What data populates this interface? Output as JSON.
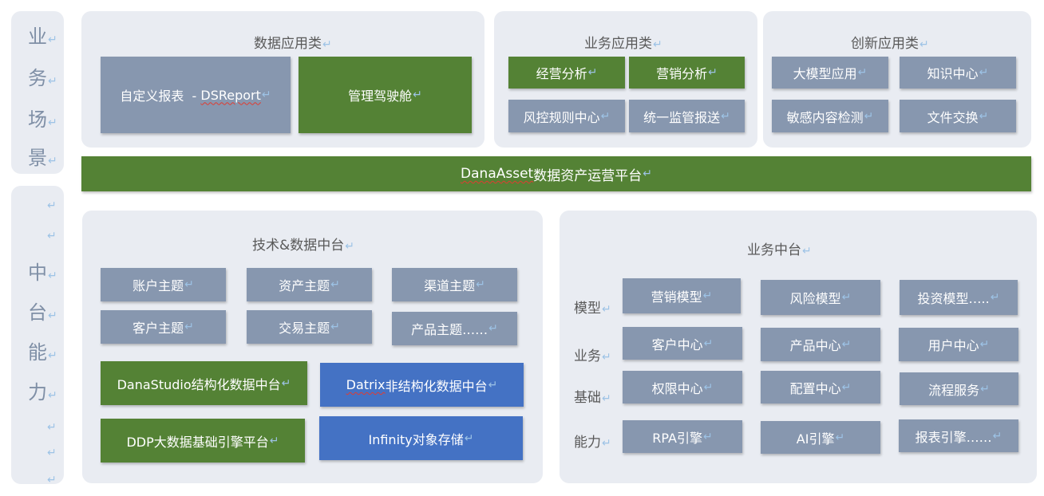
{
  "left": {
    "business_scene_chars": [
      "业",
      "务",
      "场",
      "景"
    ],
    "middle_ability_chars": [
      "中",
      "台",
      "能",
      "力"
    ]
  },
  "data_app": {
    "title": "数据应用类",
    "items": [
      {
        "pre": "自定义报表  - ",
        "u": "DSReport",
        "post": ""
      },
      {
        "pre": "管理驾驶舱",
        "u": "",
        "post": ""
      }
    ]
  },
  "biz_app": {
    "title": "业务应用类",
    "items": [
      "经营分析",
      "营销分析",
      "风控规则中心",
      "统一监管报送"
    ]
  },
  "innov_app": {
    "title": "创新应用类",
    "items": [
      "大模型应用",
      "知识中心",
      "敏感内容检测",
      "文件交换"
    ]
  },
  "platform_bar": {
    "u": "DanaAsset",
    "post": "数据资产运营平台"
  },
  "tech_data": {
    "title": "技术&数据中台",
    "topics": [
      "账户主题",
      "资产主题",
      "渠道主题",
      "客户主题",
      "交易主题",
      "产品主题……"
    ],
    "platforms": [
      {
        "u": "",
        "pre": "DanaStudio结构化数据中台"
      },
      {
        "u": "Datrix",
        "pre": "",
        "post": "非结构化数据中台"
      },
      {
        "u": "",
        "pre": "DDP大数据基础引擎平台"
      },
      {
        "u": "",
        "pre": "Infinity对象存储"
      }
    ]
  },
  "biz_middle": {
    "title": "业务中台",
    "row_labels": [
      "模型",
      "业务",
      "基础",
      "能力"
    ],
    "items": [
      "营销模型",
      "风险模型",
      "投资模型…..",
      "客户中心",
      "产品中心",
      "用户中心",
      "权限中心",
      "配置中心",
      "流程服务",
      "RPA引擎",
      "AI引擎",
      "报表引擎……"
    ]
  },
  "colors": {
    "panel": "#e9ecf2",
    "gray_box": "#8797af",
    "green_box": "#548235",
    "blue_box": "#4472c4",
    "return_mark": "#9dc3e6"
  },
  "return_mark": "↵"
}
